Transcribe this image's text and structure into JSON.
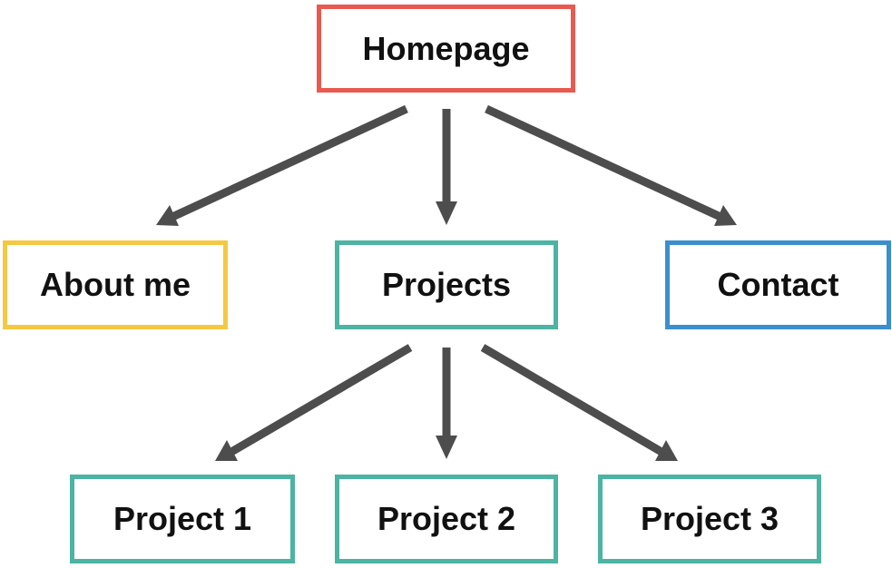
{
  "colors": {
    "root": "#E85A4F",
    "about": "#F5C842",
    "projects": "#4DB3A2",
    "contact": "#3A8FCC",
    "arrow": "#4D4D4D"
  },
  "nodes": {
    "homepage": {
      "label": "Homepage",
      "color": "#E85A4F"
    },
    "about": {
      "label": "About me",
      "color": "#F5C842"
    },
    "projects": {
      "label": "Projects",
      "color": "#4DB3A2"
    },
    "contact": {
      "label": "Contact",
      "color": "#3A8FCC"
    },
    "project1": {
      "label": "Project 1",
      "color": "#4DB3A2"
    },
    "project2": {
      "label": "Project 2",
      "color": "#4DB3A2"
    },
    "project3": {
      "label": "Project 3",
      "color": "#4DB3A2"
    }
  },
  "edges": [
    {
      "from": "homepage",
      "to": "about"
    },
    {
      "from": "homepage",
      "to": "projects"
    },
    {
      "from": "homepage",
      "to": "contact"
    },
    {
      "from": "projects",
      "to": "project1"
    },
    {
      "from": "projects",
      "to": "project2"
    },
    {
      "from": "projects",
      "to": "project3"
    }
  ]
}
